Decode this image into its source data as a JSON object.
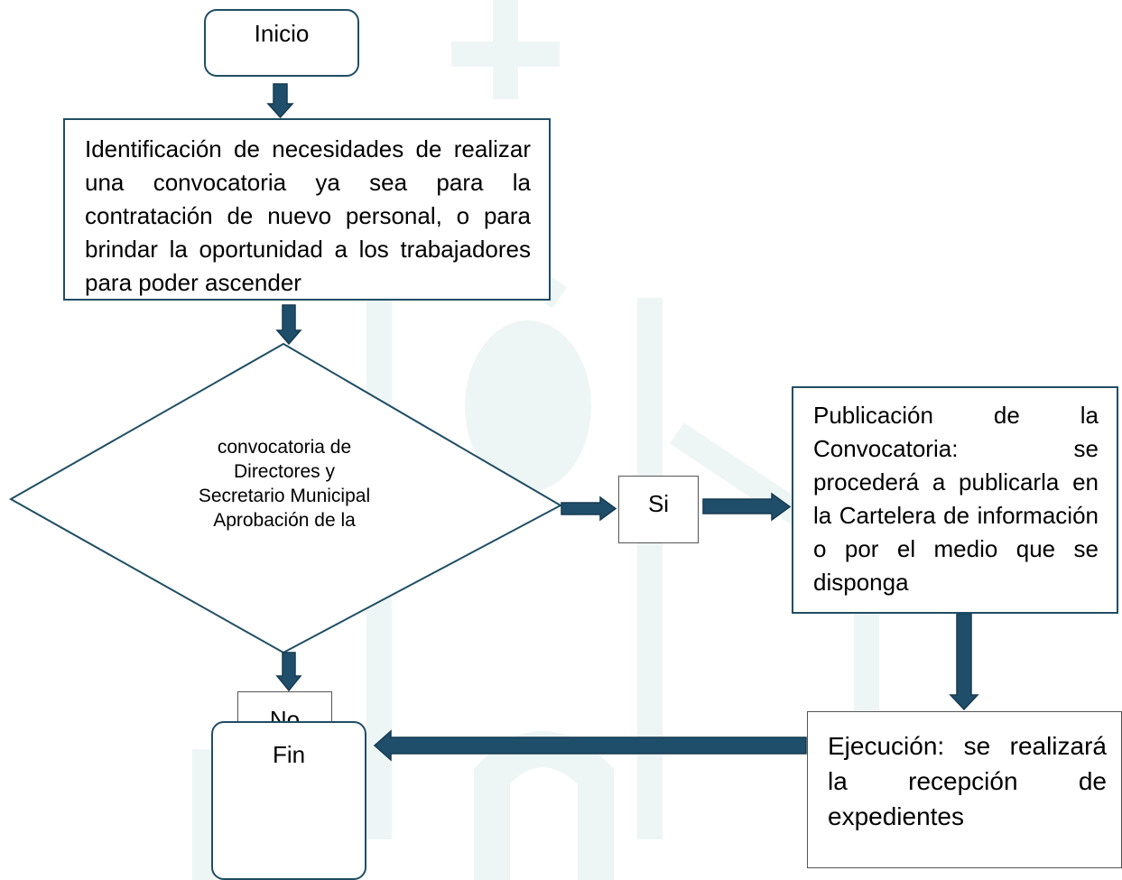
{
  "colors": {
    "arrow_fill": "#1f4e6a",
    "arrow_stroke": "#163a50",
    "box_border": "#1f4e64",
    "watermark": "#eef6f5"
  },
  "nodes": {
    "start": "Inicio",
    "step1": "Identificación de necesidades de realizar una convocatoria ya sea para la contratación de nuevo personal, o para brindar la oportunidad a los trabajadores para poder ascender",
    "decision": [
      "convocatoria de",
      "Directores y",
      "Secretario Municipal",
      "Aprobación de la"
    ],
    "yes": "Si",
    "no": "No",
    "publish": "Publicación de la Convocatoria: se procederá a publicarla en la Cartelera de información o por el medio que se disponga",
    "execute": "Ejecución: se realizará la recepción de expedientes",
    "end": "Fin"
  }
}
